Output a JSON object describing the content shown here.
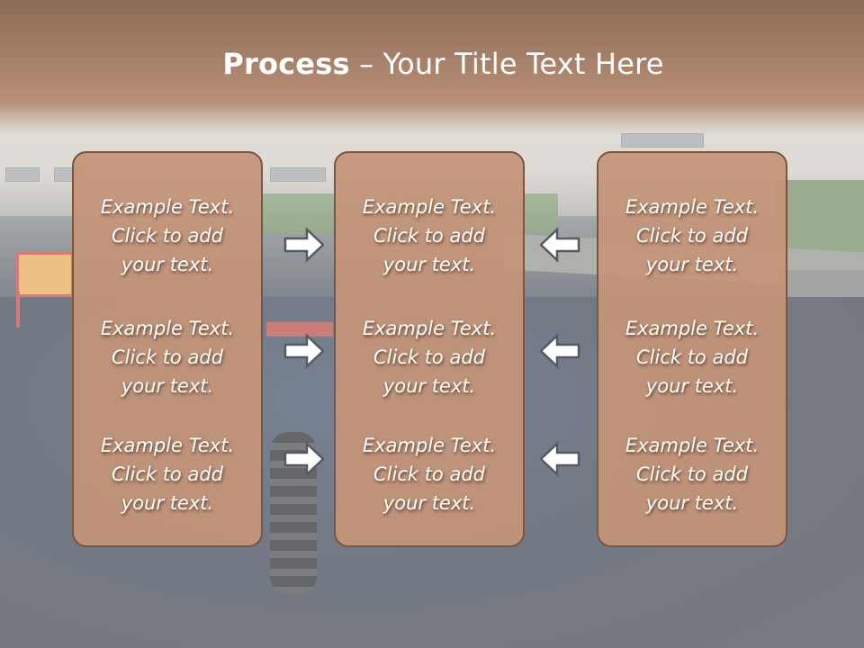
{
  "slide": {
    "title_bold": "Process",
    "title_rest": " – Your Title Text Here"
  },
  "panels": [
    {
      "items": [
        {
          "line1": "Example Text.",
          "line2": "Click  to add",
          "line3": "your text."
        },
        {
          "line1": "Example Text.",
          "line2": "Click  to add",
          "line3": "your text."
        },
        {
          "line1": "Example Text.",
          "line2": "Click  to add",
          "line3": "your text."
        }
      ]
    },
    {
      "items": [
        {
          "line1": "Example Text.",
          "line2": "Click  to add",
          "line3": "your text."
        },
        {
          "line1": "Example Text.",
          "line2": "Click  to add",
          "line3": "your text."
        },
        {
          "line1": "Example Text.",
          "line2": "Click  to add",
          "line3": "your text."
        }
      ]
    },
    {
      "items": [
        {
          "line1": "Example Text.",
          "line2": "Click  to add",
          "line3": "your text."
        },
        {
          "line1": "Example Text.",
          "line2": "Click  to add",
          "line3": "your text."
        },
        {
          "line1": "Example Text.",
          "line2": "Click  to add",
          "line3": "your text."
        }
      ]
    }
  ],
  "arrows": {
    "left_group_direction": "right",
    "right_group_direction": "left",
    "icon": "arrow-outline-icon"
  },
  "colors": {
    "title_bar": "#a47e67",
    "panel_fill": "#c4947a",
    "panel_border": "#7a5543",
    "text": "#ffffff"
  }
}
